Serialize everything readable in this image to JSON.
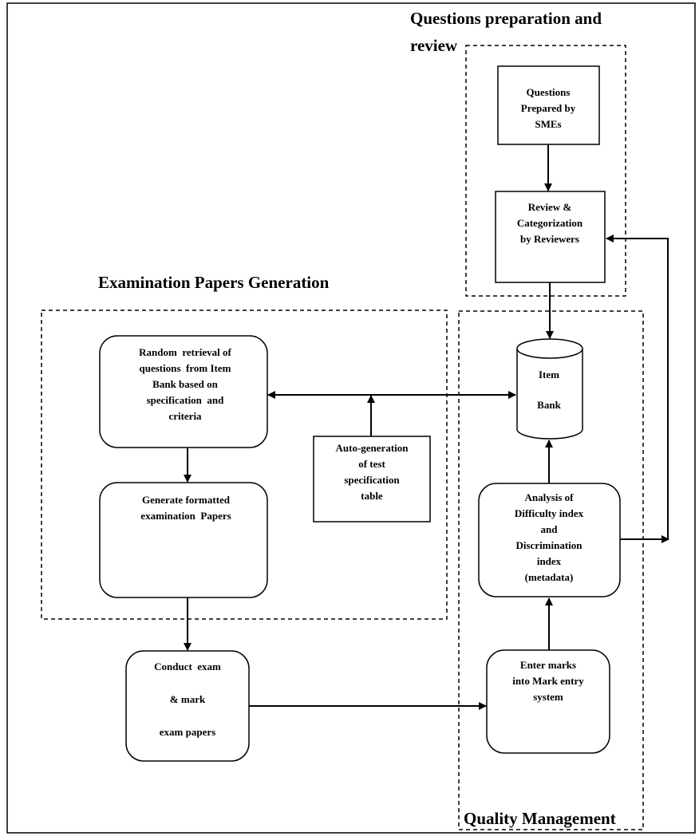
{
  "sections": {
    "questions_prep": "Questions preparation and review",
    "questions_prep_line1": "Questions preparation and",
    "questions_prep_line2": "review",
    "exam_generation": "Examination Papers Generation",
    "quality_management": "Quality Management"
  },
  "nodes": {
    "questions_prepared": [
      "Questions",
      "Prepared by",
      "SMEs"
    ],
    "review_categorization": [
      "Review &",
      "Categorization",
      "by Reviewers"
    ],
    "item_bank": [
      "Item",
      "Bank"
    ],
    "random_retrieval": [
      "Random  retrieval of",
      "questions  from Item",
      "Bank based on",
      "specification  and",
      "criteria"
    ],
    "auto_generation": [
      "Auto-generation",
      "of test",
      "specification",
      "table"
    ],
    "generate_papers": [
      "Generate formatted",
      "examination  Papers"
    ],
    "analysis": [
      "Analysis of",
      "Difficulty index",
      "and",
      "Discrimination",
      "index",
      "(metadata)"
    ],
    "conduct_exam": [
      "Conduct  exam",
      "& mark",
      "exam papers"
    ],
    "enter_marks": [
      "Enter marks",
      "into Mark entry",
      "system"
    ]
  },
  "colors": {
    "line": "#000000",
    "background": "#ffffff"
  }
}
